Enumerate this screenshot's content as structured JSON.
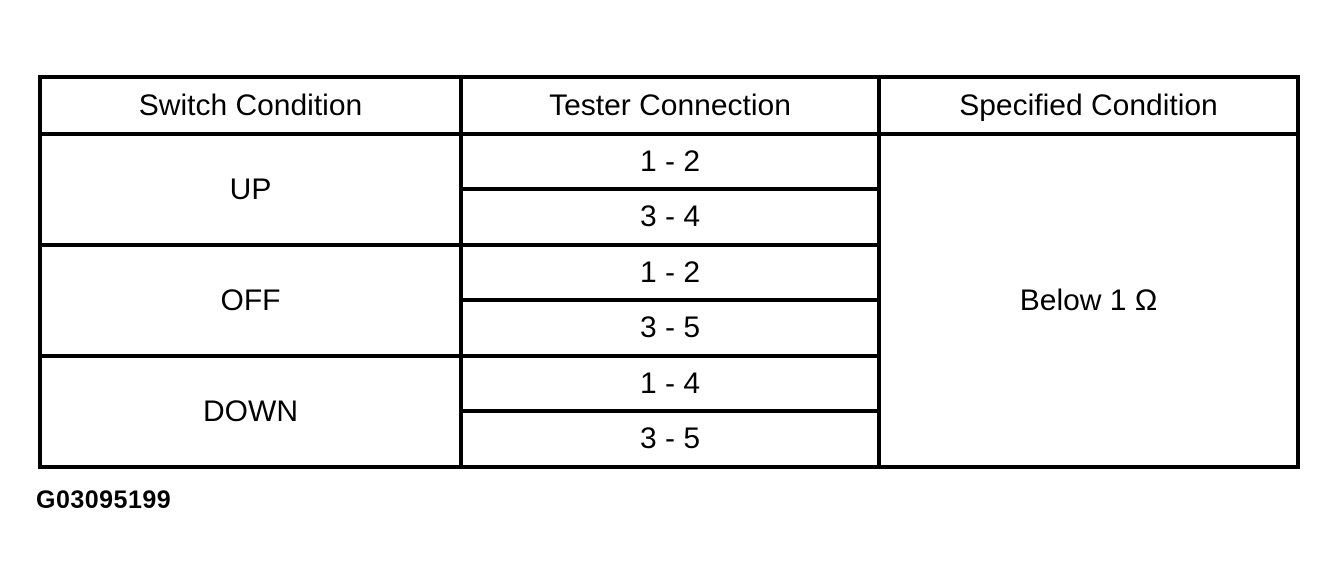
{
  "figure_id": "G03095199",
  "table": {
    "headers": [
      "Switch Condition",
      "Tester Connection",
      "Specified Condition"
    ],
    "rows": [
      {
        "switch": "UP",
        "connections": [
          "1 - 2",
          "3 - 4"
        ]
      },
      {
        "switch": "OFF",
        "connections": [
          "1 - 2",
          "3 - 5"
        ]
      },
      {
        "switch": "DOWN",
        "connections": [
          "1 - 4",
          "3 - 5"
        ]
      }
    ],
    "specified_condition": "Below 1 Ω"
  },
  "colors": {
    "background": "#ffffff",
    "border": "#000000",
    "text": "#000000"
  },
  "chart_data": {
    "type": "table",
    "columns": [
      "Switch Condition",
      "Tester Connection",
      "Specified Condition"
    ],
    "rows": [
      [
        "UP",
        "1 - 2",
        "Below 1 Ω"
      ],
      [
        "UP",
        "3 - 4",
        "Below 1 Ω"
      ],
      [
        "OFF",
        "1 - 2",
        "Below 1 Ω"
      ],
      [
        "OFF",
        "3 - 5",
        "Below 1 Ω"
      ],
      [
        "DOWN",
        "1 - 4",
        "Below 1 Ω"
      ],
      [
        "DOWN",
        "3 - 5",
        "Below 1 Ω"
      ]
    ]
  }
}
